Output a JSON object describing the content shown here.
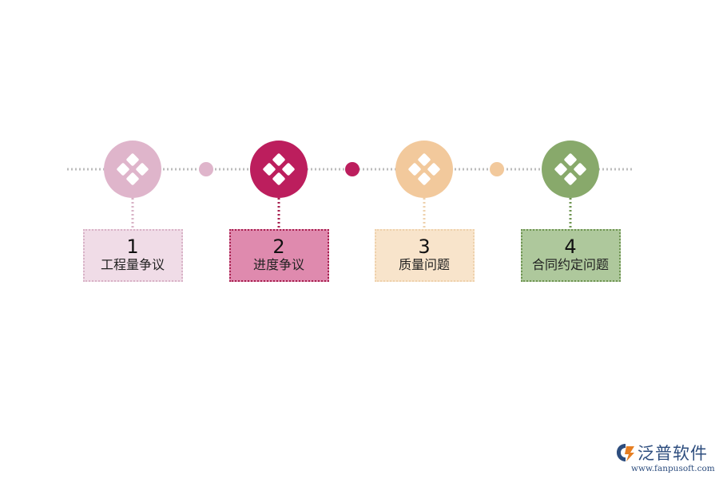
{
  "steps": [
    {
      "number": "1",
      "label": "工程量争议",
      "circle_color": "#dfb5cb",
      "card_fill": "#f0dce7",
      "card_border": "#d8b2c6",
      "connector_dot_color": "#dfb5cb"
    },
    {
      "number": "2",
      "label": "进度争议",
      "circle_color": "#bc1e5d",
      "card_fill": "#df8aae",
      "card_border": "#a7204f",
      "connector_dot_color": "#bc1e5d"
    },
    {
      "number": "3",
      "label": "质量问题",
      "circle_color": "#f2c99c",
      "card_fill": "#f8e4cb",
      "card_border": "#eed1ac",
      "connector_dot_color": "#f2c99c"
    },
    {
      "number": "4",
      "label": "合同约定问题",
      "circle_color": "#88a96b",
      "card_fill": "#aec89c",
      "card_border": "#6f9552",
      "connector_dot_color": null
    }
  ],
  "line_color": "#bcbcbc",
  "icon_name": "diamond-grid-icon",
  "logo": {
    "brand": "泛普软件",
    "url": "www.fanpusoft.com",
    "color": "#2d4d7e"
  }
}
